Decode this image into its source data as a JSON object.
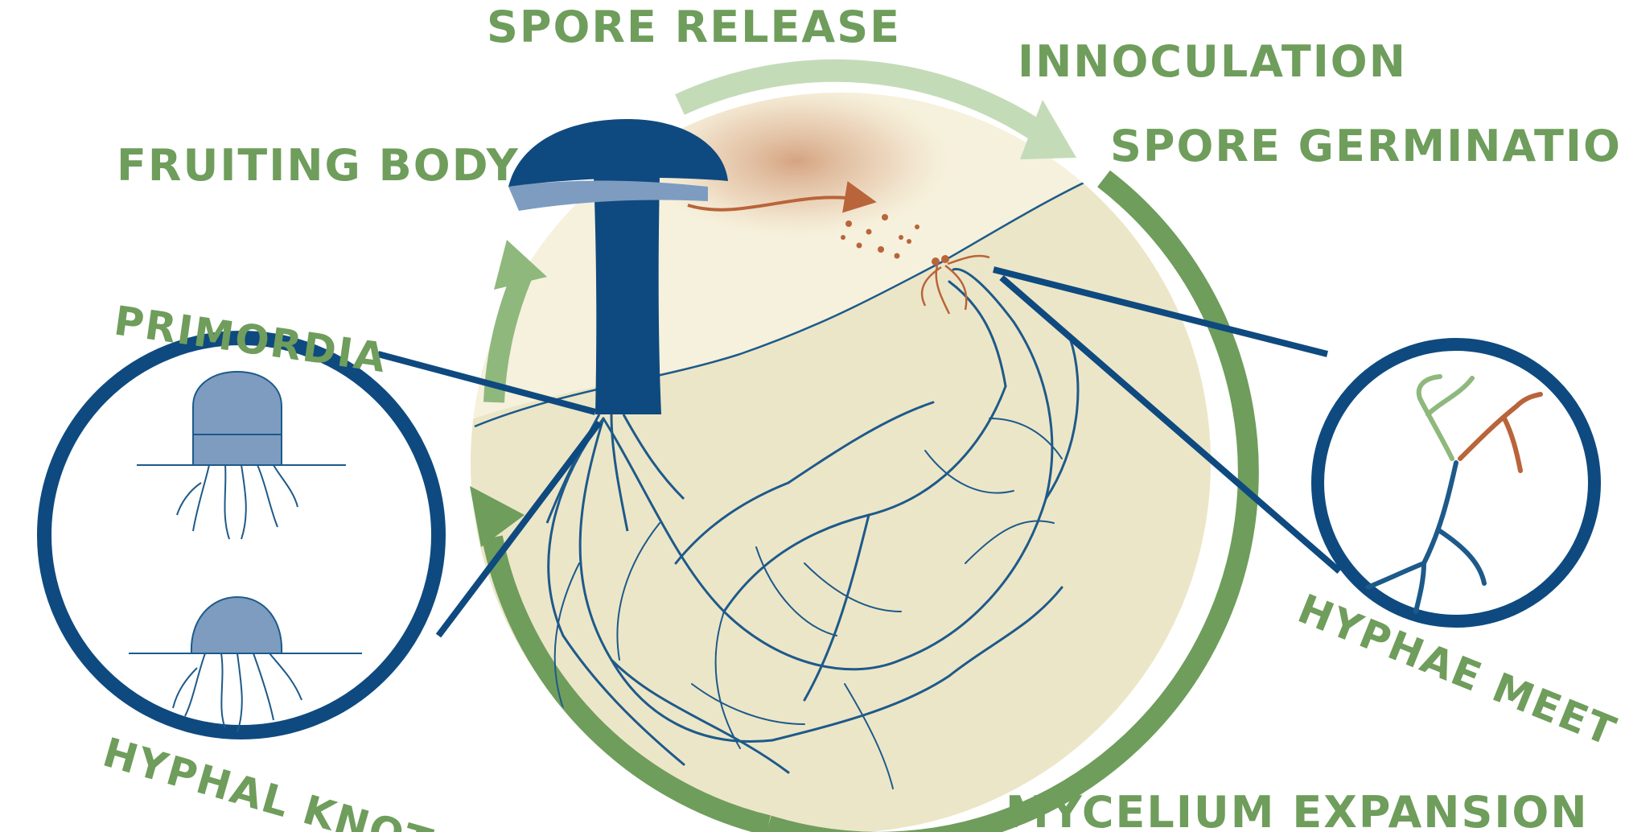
{
  "labels": {
    "spore_release": "SPORE RELEASE",
    "innoculation": "INNOCULATION",
    "spore_germination": "SPORE GERMINATION",
    "fruiting_body": "FRUITING BODY",
    "primordia": "PRIMORDIA",
    "hyphal_knot": "HYPHAL KNOT",
    "hyphae_meet": "HYPHAE MEET",
    "mycelium_expansion": "MYCELIUM EXPANSION"
  },
  "colors": {
    "cycle_green": "#6f9d5c",
    "cycle_green_light": "#b9d1ac",
    "mushroom_blue": "#0e4a7f",
    "gill_blue": "#7d9cc0",
    "mycelium_blue": "#1d5a8a",
    "spore_orange": "#b9643a",
    "substrate_light": "#f6f1dc",
    "substrate_dark": "#ece6c8"
  }
}
